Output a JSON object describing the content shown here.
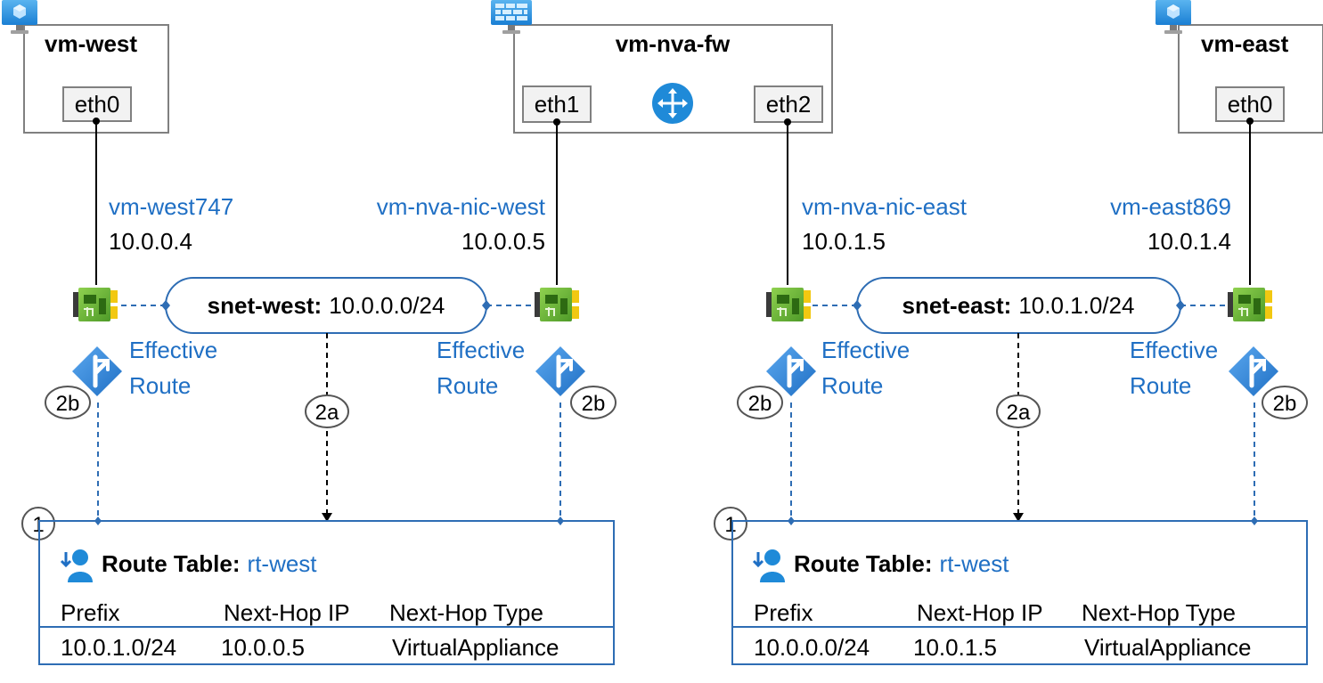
{
  "colors": {
    "accent_blue": "#1f6fc4",
    "box_border": "#808080",
    "table_border": "#2e6db4",
    "dash_blue": "#2e6db4"
  },
  "vms": {
    "west": {
      "name": "vm-west",
      "eth": "eth0",
      "icon": "vm-icon"
    },
    "nva": {
      "name": "vm-nva-fw",
      "eth1": "eth1",
      "eth2": "eth2",
      "icon": "firewall-icon",
      "router_icon": "router-icon"
    },
    "east": {
      "name": "vm-east",
      "eth": "eth0",
      "icon": "vm-icon"
    }
  },
  "nics": {
    "west": {
      "name": "vm-west747",
      "ip": "10.0.0.4"
    },
    "nva_west": {
      "name": "vm-nva-nic-west",
      "ip": "10.0.0.5"
    },
    "nva_east": {
      "name": "vm-nva-nic-east",
      "ip": "10.0.1.5"
    },
    "east": {
      "name": "vm-east869",
      "ip": "10.0.1.4"
    }
  },
  "subnets": {
    "west": {
      "label": "snet-west:",
      "cidr": "10.0.0.0/24"
    },
    "east": {
      "label": "snet-east:",
      "cidr": "10.0.1.0/24"
    }
  },
  "effective_route": {
    "line1": "Effective",
    "line2": "Route"
  },
  "badges": {
    "a": "2a",
    "b": "2b",
    "one": "1"
  },
  "route_tables": {
    "west": {
      "title": "Route Table:",
      "name": "rt-west",
      "headers": [
        "Prefix",
        "Next-Hop IP",
        "Next-Hop Type"
      ],
      "row": [
        "10.0.1.0/24",
        "10.0.0.5",
        "VirtualAppliance"
      ]
    },
    "east": {
      "title": "Route Table:",
      "name": "rt-west",
      "headers": [
        "Prefix",
        "Next-Hop IP",
        "Next-Hop Type"
      ],
      "row": [
        "10.0.0.0/24",
        "10.0.1.5",
        "VirtualAppliance"
      ]
    }
  }
}
